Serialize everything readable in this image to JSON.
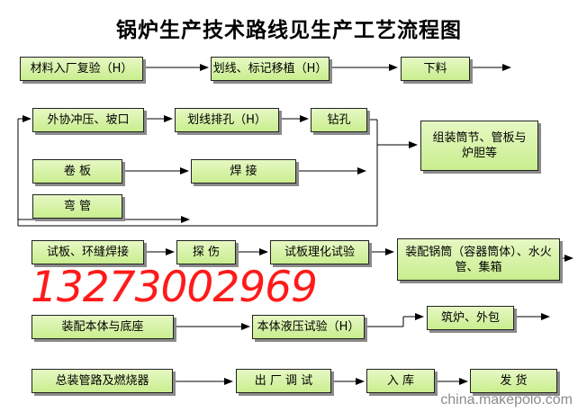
{
  "title": "锅炉生产技术路线见生产工艺流程图",
  "boxes": {
    "b1": "材料入厂复验（H）",
    "b2": "划线、标记移植（H）",
    "b3": "下料",
    "b4": "外协冲压、坡口",
    "b5": "划线排孔（H）",
    "b6": "钻孔",
    "b7": "组装筒节、管板与炉胆等",
    "b8": "卷      板",
    "b9": "焊      接",
    "b10": "弯      管",
    "b11": "试板、环缝焊接",
    "b12": "探  伤",
    "b13": "试板理化试验",
    "b14": "装配锅筒（容器筒体）、水火管、集箱",
    "b15": "装配本体与底座",
    "b16": "本体液压试验（H）",
    "b17": "筑炉、外包",
    "b18": "总装管路及燃烧器",
    "b19": "出  厂  调  试",
    "b20": "入      库",
    "b21": "发      货"
  },
  "phone": "13273002969",
  "watermark": "china.makepolo.com",
  "colors": {
    "box_fill_top": "#e6f8c4",
    "box_fill_bottom": "#c9ee8e",
    "phone": "#ff1a1a",
    "watermark": "#8c8c8c"
  }
}
